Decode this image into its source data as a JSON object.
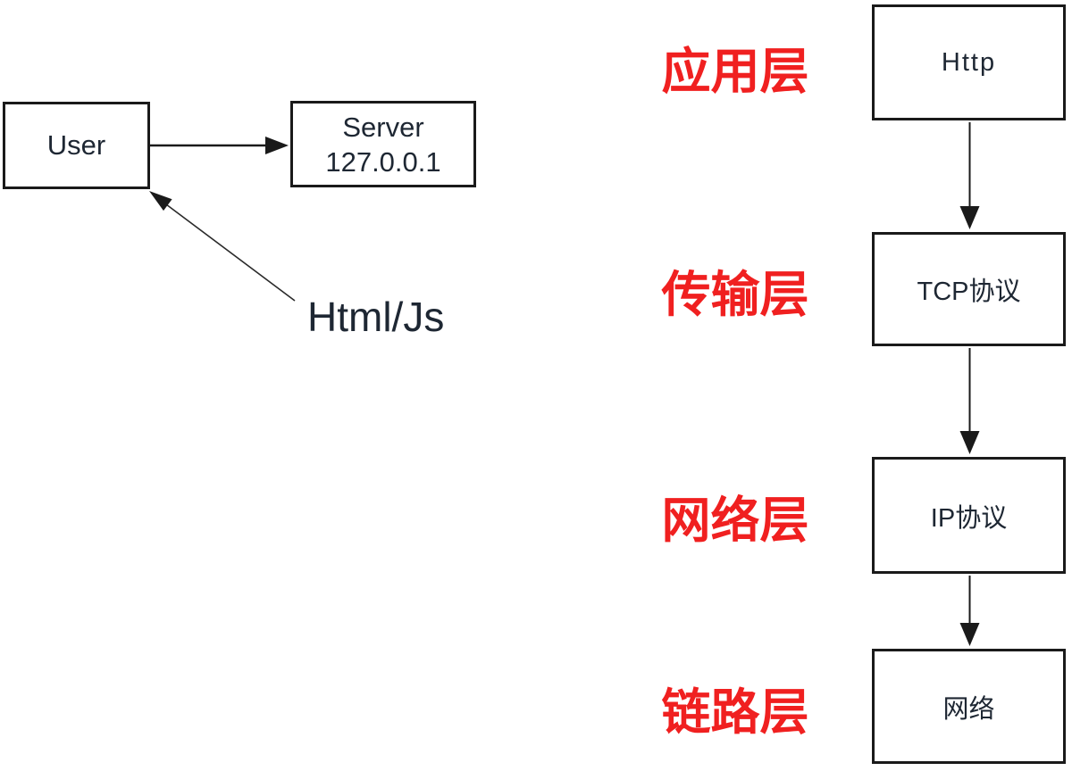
{
  "left_group": {
    "user_label": "User",
    "server_line1": "Server",
    "server_line2": "127.0.0.1",
    "annotation": "Html/Js"
  },
  "layers": [
    {
      "label": "应用层",
      "box": "Http"
    },
    {
      "label": "传输层",
      "box": "TCP协议"
    },
    {
      "label": "网络层",
      "box": "IP协议"
    },
    {
      "label": "链路层",
      "box": "网络"
    }
  ],
  "colors": {
    "layer_label_red": "#f02020",
    "box_border": "#1a1a1a",
    "box_text": "#1e2733",
    "background": "#ffffff"
  }
}
